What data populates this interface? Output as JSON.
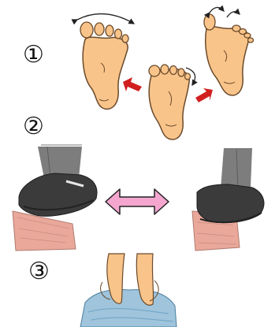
{
  "steps": [
    {
      "number": "①"
    },
    {
      "number": "②"
    },
    {
      "number": "③"
    }
  ],
  "colors": {
    "skin": "#f9c48a",
    "skin_outline": "#6b4a2a",
    "arrow_red": "#d11f1f",
    "double_arrow": "#f4a6cf",
    "double_arrow_outline": "#222222",
    "shoe": "#3b3b3b",
    "trouser": "#7d7d7d",
    "step_block": "#e9a89a",
    "water": "#9fc4dc"
  }
}
